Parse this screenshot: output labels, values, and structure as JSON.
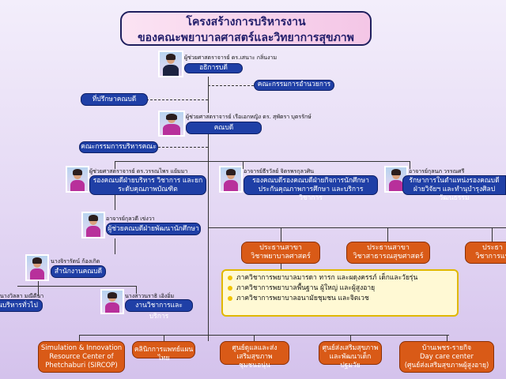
{
  "title": {
    "line1": "โครงสร้างการบริหารงาน",
    "line2": "ของคณะพยาบาลศาสตร์และวิทยาการสุขภาพ"
  },
  "rector": {
    "name": "ผู้ช่วยศาสตราจารย์ ดร.เสนาะ กลิ่นงาม",
    "position": "อธิการบดี"
  },
  "committee_promotion": "คณะกรรมการอำนวยการ",
  "advisor": "ที่ปรึกษาคณบดี",
  "dean": {
    "name": "ผู้ช่วยศาสตราจารย์ เรือเอกหญิง ดร. สุพัตรา บุตรรักษ์",
    "position": "คณบดี"
  },
  "exec_committee": "คณะกรรมการบริหารคณะ",
  "vice_admin": {
    "name": "ผู้ช่วยศาสตราจารย์ ดร.วรรณไพร แย้มมา",
    "position": "รองคณบดีฝ่ายบริหาร วิชาการ และยกระดับคุณภาพบัณฑิต"
  },
  "vice_student": {
    "name": "อาจารย์ธีรวัลย์ จิตรพรกุลวศิน",
    "position": "รองคณบดีรองคณบดีฝ่ายกิจการนักศึกษา ประกันคุณภาพการศึกษา และบริการวิชาการ"
  },
  "vice_acting": {
    "name": "อาจารย์กุลนภ วรรณศรี",
    "position": "รักษาการในตำแหน่งรองคณบดีฝ่ายวิจัยฯ และทำนุบำรุงศิลปวัฒนธรรม"
  },
  "asst_dean": {
    "name": "อาจารย์กุลวดี เข่งวา",
    "position": "ผู้ช่วยคณบดีฝ่ายพัฒนานักศึกษา"
  },
  "office": {
    "name": "นางจิรารัตน์ ก้องเกิด",
    "position": "สำนักงานคณบดี"
  },
  "general": {
    "name": "นางวิลลา มณีดีนา",
    "position": "งานบริหารทั่วไป"
  },
  "academic": {
    "name": "นางสาวนราธิ เอิงอิ่ม",
    "position": "งานวิชาการและบริการ"
  },
  "chairs": [
    {
      "line1": "ประธานสาขา",
      "line2": "วิชาพยาบาลศาสตร์"
    },
    {
      "line1": "ประธานสาขา",
      "line2": "วิชาสาธารณสุขศาสตร์"
    },
    {
      "line1": "ประธา",
      "line2": "วิชาการแพ"
    }
  ],
  "departments": [
    "ภาควิชาการพยาบาลมารดา ทารก และผดุงครรภ์ เด็กและวัยรุ่น",
    "ภาควิชาการพยาบาลพื้นฐาน ผู้ใหญ่ และผู้สูงอายุ",
    "ภาควิชาการพยาบาลอนามัยชุมชน และจิตเวช"
  ],
  "units": [
    {
      "line1": "Simulation & Innovation",
      "line2": "Resource Center of",
      "line3": "Phetchaburi (SIRCOP)"
    },
    {
      "line1": "คลินิกการแพทย์แผนไทย",
      "line2": "",
      "line3": ""
    },
    {
      "line1": "ศูนย์ดูแลและส่งเสริมสุขภาพ",
      "line2": "ชุมชนอนุ่น",
      "line3": ""
    },
    {
      "line1": "ศูนย์ส่งเสริมสุขภาพ",
      "line2": "และพัฒนาเด็กปฐมวัย",
      "line3": ""
    },
    {
      "line1": "บ้านเพชร-รายกิจ",
      "line2": "Day care center",
      "line3": "(ศูนย์ส่งเสริมสุขภาพผู้สูงอายุ)"
    }
  ],
  "colors": {
    "blue": "#1f3fa6",
    "orange": "#d95a17",
    "title_border": "#1f1f5e",
    "bullet": "#f0c400"
  }
}
